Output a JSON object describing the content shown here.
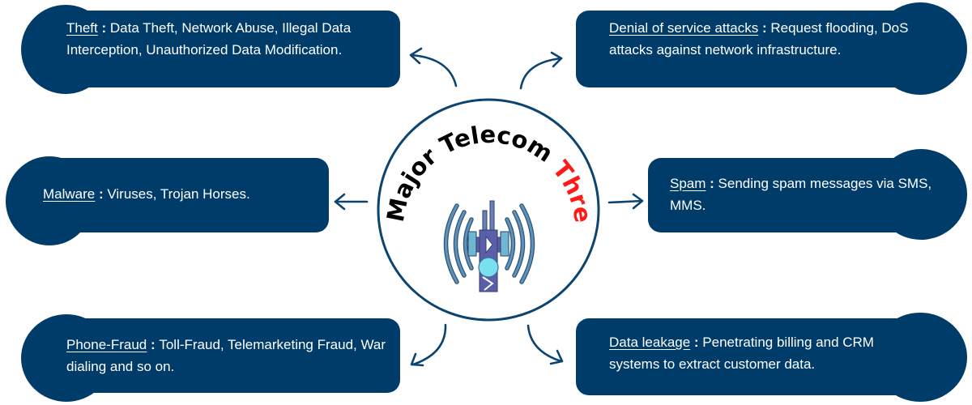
{
  "diagram": {
    "title_part1": "Major Telecom",
    "title_part2": "Threats",
    "colors": {
      "card": "#003c69",
      "text": "#ffffff",
      "title_dark": "#000000",
      "title_accent": "#ff1a1a",
      "arrow": "#0b4470",
      "ring": "#0b4470"
    },
    "center_icon": "cell-tower-icon",
    "threats": [
      {
        "id": "theft",
        "term": "Theft",
        "separator": " : ",
        "description": "Data Theft, Network Abuse, Illegal Data Interception, Unauthorized Data Modification."
      },
      {
        "id": "dos",
        "term": "Denial of service attacks",
        "separator": " : ",
        "description": "Request flooding, DoS attacks against network infrastructure."
      },
      {
        "id": "malware",
        "term": "Malware",
        "separator": " : ",
        "description": "Viruses, Trojan Horses."
      },
      {
        "id": "spam",
        "term": "Spam",
        "separator": " : ",
        "description": "Sending spam messages via SMS, MMS."
      },
      {
        "id": "phone-fraud",
        "term": "Phone-Fraud",
        "separator": " : ",
        "description": "Toll-Fraud, Telemarketing Fraud, War dialing and so on."
      },
      {
        "id": "data-leakage",
        "term": "Data leakage",
        "separator": " : ",
        "description": "Penetrating billing and CRM systems to extract customer data."
      }
    ]
  }
}
